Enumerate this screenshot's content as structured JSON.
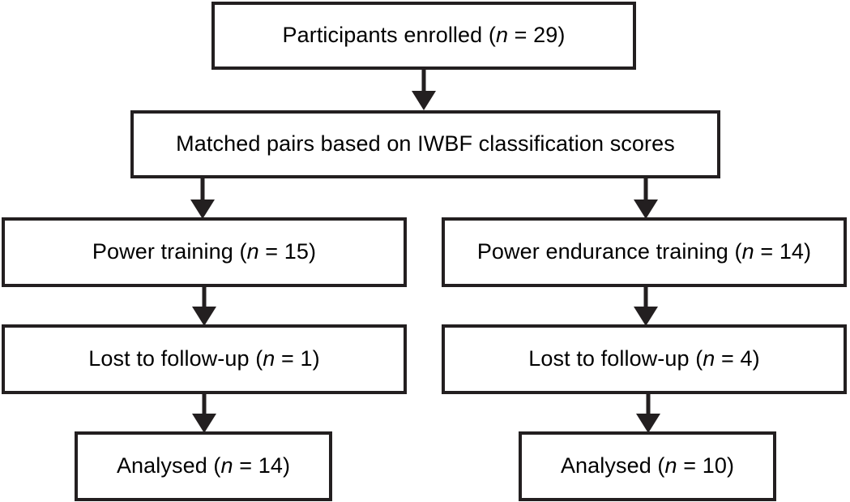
{
  "chart_data": {
    "type": "diagram",
    "diagram_kind": "consort-participant-flow",
    "title": "",
    "nodes": [
      {
        "id": "enrolled",
        "label": "Participants enrolled (n = 29)",
        "text_before": "Participants enrolled (",
        "variable": "n",
        "text_after": " = 29)",
        "n": 29,
        "row": 1,
        "column": "center"
      },
      {
        "id": "matched_pairs",
        "label": "Matched pairs based on IWBF classification scores",
        "text_before": "Matched pairs based on IWBF classification scores",
        "variable": "",
        "text_after": "",
        "n": null,
        "row": 2,
        "column": "center"
      },
      {
        "id": "power_training",
        "label": "Power training (n = 15)",
        "text_before": "Power training (",
        "variable": "n",
        "text_after": " = 15)",
        "n": 15,
        "row": 3,
        "column": "left"
      },
      {
        "id": "power_endurance",
        "label": "Power endurance training (n = 14)",
        "text_before": "Power endurance training (",
        "variable": "n",
        "text_after": " = 14)",
        "n": 14,
        "row": 3,
        "column": "right"
      },
      {
        "id": "lost_left",
        "label": "Lost to follow-up (n = 1)",
        "text_before": "Lost to follow-up (",
        "variable": "n",
        "text_after": " = 1)",
        "n": 1,
        "row": 4,
        "column": "left"
      },
      {
        "id": "lost_right",
        "label": "Lost to follow-up (n = 4)",
        "text_before": "Lost to follow-up (",
        "variable": "n",
        "text_after": " = 4)",
        "n": 4,
        "row": 4,
        "column": "right"
      },
      {
        "id": "analysed_left",
        "label": "Analysed (n = 14)",
        "text_before": "Analysed (",
        "variable": "n",
        "text_after": " = 14)",
        "n": 14,
        "row": 5,
        "column": "left"
      },
      {
        "id": "analysed_right",
        "label": "Analysed (n = 10)",
        "text_before": "Analysed (",
        "variable": "n",
        "text_after": " = 10)",
        "n": 10,
        "row": 5,
        "column": "right"
      }
    ],
    "edges": [
      {
        "from": "enrolled",
        "to": "matched_pairs",
        "style": "arrow-down"
      },
      {
        "from": "matched_pairs",
        "to": "power_training",
        "style": "arrow-down"
      },
      {
        "from": "matched_pairs",
        "to": "power_endurance",
        "style": "arrow-down"
      },
      {
        "from": "power_training",
        "to": "lost_left",
        "style": "arrow-down"
      },
      {
        "from": "power_endurance",
        "to": "lost_right",
        "style": "arrow-down"
      },
      {
        "from": "lost_left",
        "to": "analysed_left",
        "style": "arrow-down"
      },
      {
        "from": "lost_right",
        "to": "analysed_right",
        "style": "arrow-down"
      }
    ],
    "colors": {
      "background": "#ffffff",
      "box_border": "#231f20",
      "box_fill": "#ffffff",
      "text": "#000000",
      "arrow": "#231f20"
    }
  },
  "nodes": {
    "enrolled": {
      "before": "Participants enrolled (",
      "var": "n",
      "after": " = 29)"
    },
    "matched_pairs": {
      "before": "Matched pairs based on IWBF classification scores",
      "var": "",
      "after": ""
    },
    "power_training": {
      "before": "Power training (",
      "var": "n",
      "after": " = 15)"
    },
    "power_endurance": {
      "before": "Power endurance training (",
      "var": "n",
      "after": " = 14)"
    },
    "lost_left": {
      "before": "Lost to follow-up (",
      "var": "n",
      "after": " = 1)"
    },
    "lost_right": {
      "before": "Lost to follow-up (",
      "var": "n",
      "after": " = 4)"
    },
    "analysed_left": {
      "before": "Analysed (",
      "var": "n",
      "after": " = 14)"
    },
    "analysed_right": {
      "before": "Analysed (",
      "var": "n",
      "after": " = 10)"
    }
  }
}
